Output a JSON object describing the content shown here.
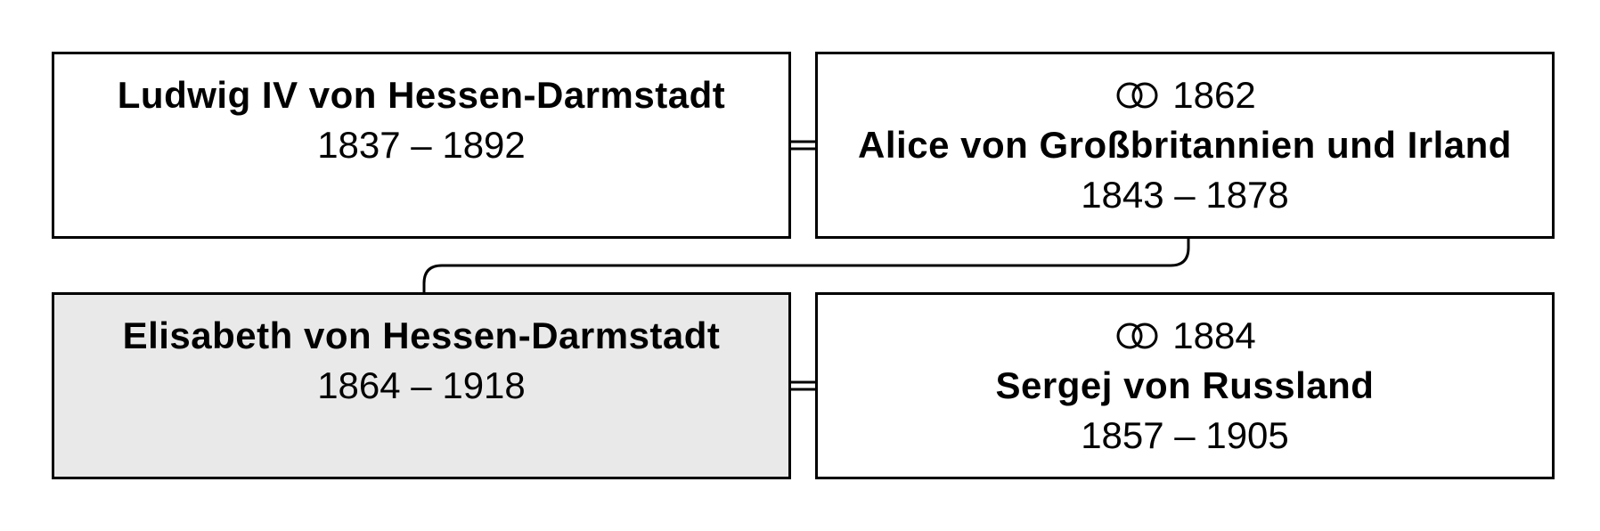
{
  "persons": {
    "ludwig": {
      "name": "Ludwig IV von Hessen-Darmstadt",
      "dates": "1837 – 1892"
    },
    "alice": {
      "marriage_year": "1862",
      "name": "Alice von Großbritannien und Irland",
      "dates": "1843 – 1878"
    },
    "elisabeth": {
      "name": "Elisabeth von Hessen-Darmstadt",
      "dates": "1864 – 1918"
    },
    "sergej": {
      "marriage_year": "1884",
      "name": "Sergej von Russland",
      "dates": "1857 – 1905"
    }
  },
  "icons": {
    "marriage": "wedding-rings-icon"
  },
  "colors": {
    "border": "#000000",
    "highlight_background": "#e9e9e9",
    "background": "#ffffff"
  }
}
